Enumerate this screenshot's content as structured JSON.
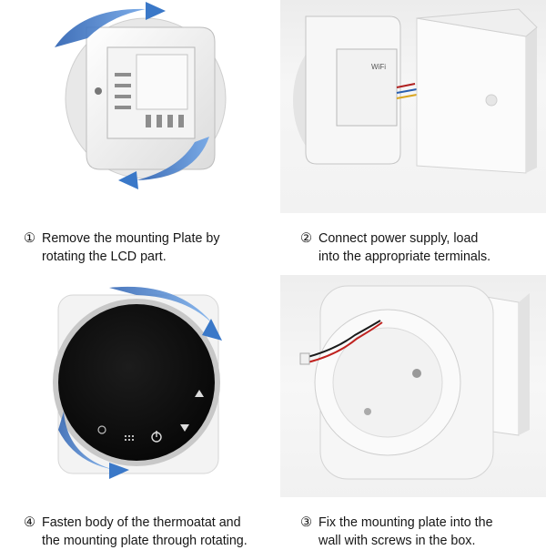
{
  "captions": [
    {
      "number": "①",
      "line1": "Remove the mounting Plate by",
      "line2": "rotating the LCD part."
    },
    {
      "number": "②",
      "line1": "Connect power supply, load",
      "line2": "into the appropriate terminals."
    },
    {
      "number": "④",
      "line1": "Fasten body of the thermoatat and",
      "line2": "the mounting plate through rotating."
    },
    {
      "number": "③",
      "line1": "Fix the mounting plate into the",
      "line2": "wall with screws in the box."
    }
  ],
  "module_label": "WiFi",
  "colors": {
    "arrow_blue": "#3a78c8",
    "plate_white": "#f4f4f4",
    "lcd_black": "#0c0c0c",
    "wire_red": "#c0211e"
  },
  "icons": [
    "power-icon",
    "clock-icon",
    "grid-icon",
    "up-arrow-icon",
    "down-arrow-icon"
  ]
}
